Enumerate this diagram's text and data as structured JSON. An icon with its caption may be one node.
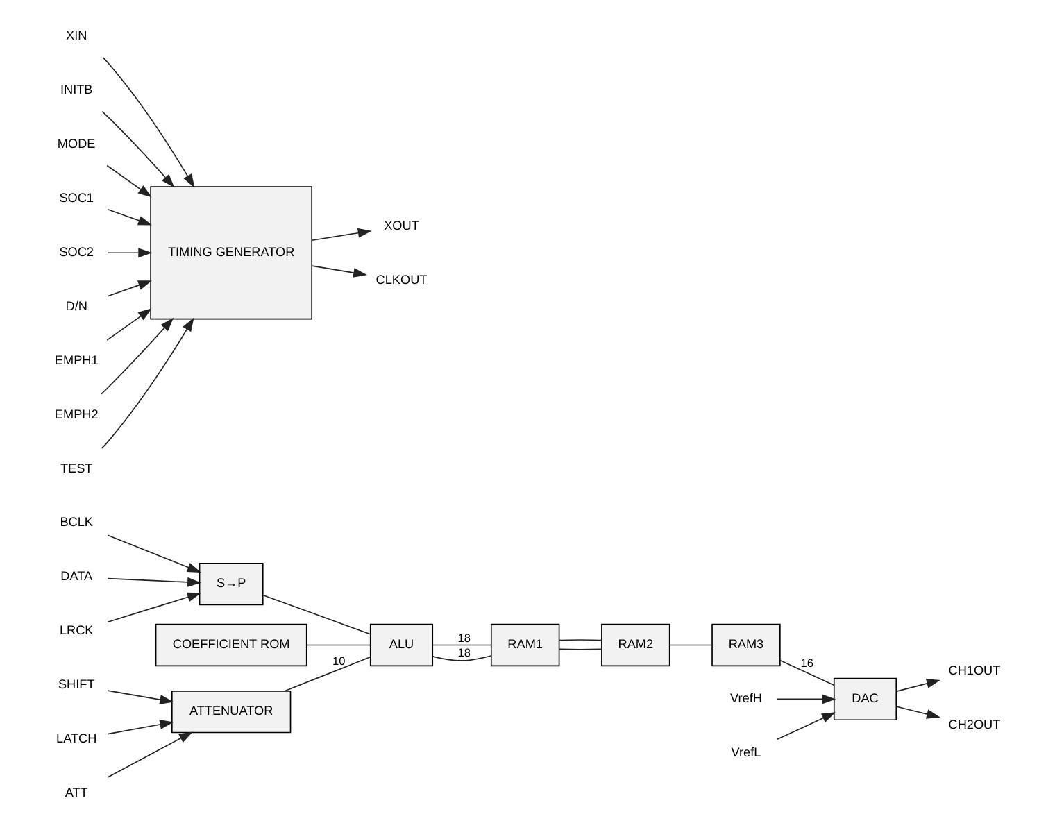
{
  "diagram": {
    "nodes": [
      {
        "text": [
          "SHIFT"
        ]
      },
      {
        "text": [
          "ATT"
        ]
      },
      {
        "text": [
          "LATCH"
        ]
      },
      {
        "text": [
          "ATTENUATOR"
        ]
      },
      {
        "text": [
          "ALU"
        ]
      },
      {
        "text": [
          "RAM1"
        ]
      },
      {
        "text": [
          "RAM2"
        ]
      },
      {
        "text": [
          "COEFFICIENT ROM"
        ]
      },
      {
        "text": [
          "S→P"
        ]
      },
      {
        "text": [
          "TIMING GENERATOR"
        ]
      },
      {
        "text": [
          "XIN"
        ]
      },
      {
        "text": [
          "INITB"
        ]
      },
      {
        "text": [
          "MODE"
        ]
      },
      {
        "text": [
          "SOC1"
        ]
      },
      {
        "text": [
          "SOC2"
        ]
      },
      {
        "text": [
          "D/N"
        ]
      },
      {
        "text": [
          "EMPH1"
        ]
      },
      {
        "text": [
          "EMPH2"
        ]
      },
      {
        "text": [
          "TEST"
        ]
      },
      {
        "text": [
          "BCLK"
        ]
      },
      {
        "text": [
          "DATA"
        ]
      },
      {
        "text": [
          "LRCK"
        ]
      },
      {
        "text": [
          "RAM3"
        ]
      },
      {
        "text": [
          "DAC"
        ]
      },
      {
        "text": [
          "VrefH"
        ]
      },
      {
        "text": [
          "VrefL"
        ]
      },
      {
        "text": [
          "XOUT"
        ]
      },
      {
        "text": [
          "CLKOUT"
        ]
      },
      {
        "text": [
          "CH1OUT"
        ]
      },
      {
        "text": [
          "CH2OUT"
        ]
      }
    ],
    "edges": [
      {
        "from": 0,
        "to": 3,
        "arrow": "to"
      },
      {
        "from": 1,
        "to": 3,
        "arrow": "to"
      },
      {
        "from": 2,
        "to": 3,
        "arrow": "to"
      },
      {
        "from": 3,
        "to": 4,
        "arrow": "none",
        "label": "10"
      },
      {
        "from": 7,
        "to": 4,
        "arrow": "none"
      },
      {
        "from": 4,
        "to": 5,
        "arrow": "none",
        "label": "18"
      },
      {
        "from": 5,
        "to": 6,
        "arrow": "none"
      },
      {
        "from": 8,
        "to": 4,
        "arrow": "none"
      },
      {
        "from": 4,
        "to": 5,
        "arrow": "none",
        "label": "18"
      },
      {
        "from": 5,
        "to": 6,
        "arrow": "none"
      },
      {
        "from": 6,
        "to": 22,
        "arrow": "none"
      },
      {
        "from": 22,
        "to": 23,
        "arrow": "none",
        "label": "16"
      },
      {
        "from": 10,
        "to": 9,
        "arrow": "to"
      },
      {
        "from": 11,
        "to": 9,
        "arrow": "to"
      },
      {
        "from": 12,
        "to": 9,
        "arrow": "to"
      },
      {
        "from": 13,
        "to": 9,
        "arrow": "to"
      },
      {
        "from": 14,
        "to": 9,
        "arrow": "to"
      },
      {
        "from": 15,
        "to": 9,
        "arrow": "to"
      },
      {
        "from": 16,
        "to": 9,
        "arrow": "to"
      },
      {
        "from": 17,
        "to": 9,
        "arrow": "to"
      },
      {
        "from": 18,
        "to": 9,
        "arrow": "to"
      },
      {
        "from": 19,
        "to": 8,
        "arrow": "to"
      },
      {
        "from": 20,
        "to": 8,
        "arrow": "to"
      },
      {
        "from": 21,
        "to": 8,
        "arrow": "to"
      },
      {
        "from": 24,
        "to": 23,
        "arrow": "to"
      },
      {
        "from": 25,
        "to": 23,
        "arrow": "to"
      },
      {
        "from": 9,
        "to": 26,
        "arrow": "to"
      },
      {
        "from": 9,
        "to": 27,
        "arrow": "to"
      },
      {
        "from": 23,
        "to": 28,
        "arrow": "to"
      },
      {
        "from": 23,
        "to": 29,
        "arrow": "to"
      }
    ]
  }
}
